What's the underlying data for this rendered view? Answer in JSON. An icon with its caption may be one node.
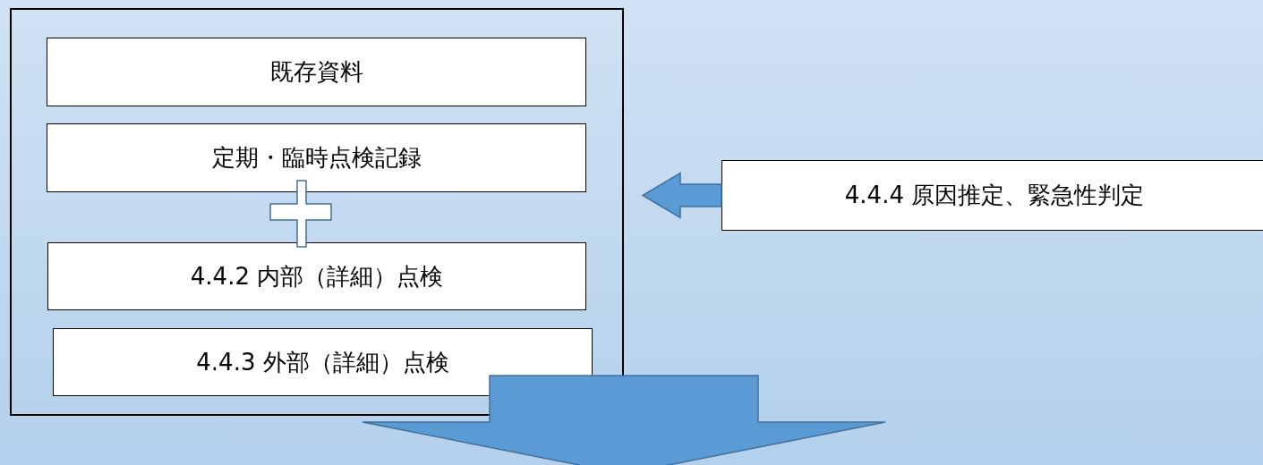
{
  "diagram": {
    "nodes": [
      {
        "text": [],
        "shape": "box"
      },
      {
        "text": [
          "既存資料"
        ],
        "in": 0
      },
      {
        "text": [
          "定期・臨時点検記録"
        ],
        "in": 0
      },
      {
        "text": [
          "4.4.2 内部（詳細）点検"
        ],
        "in": 0
      },
      {
        "text": [
          "4.4.3 外部（詳細）点検"
        ],
        "in": 0
      },
      {
        "text": [
          "4.4.4 原因推定、緊急性判定"
        ]
      }
    ],
    "edges": [
      {
        "from": 5,
        "to": 0,
        "arrow": "to"
      },
      {
        "from": 0,
        "to": null,
        "arrow": "to"
      }
    ]
  }
}
